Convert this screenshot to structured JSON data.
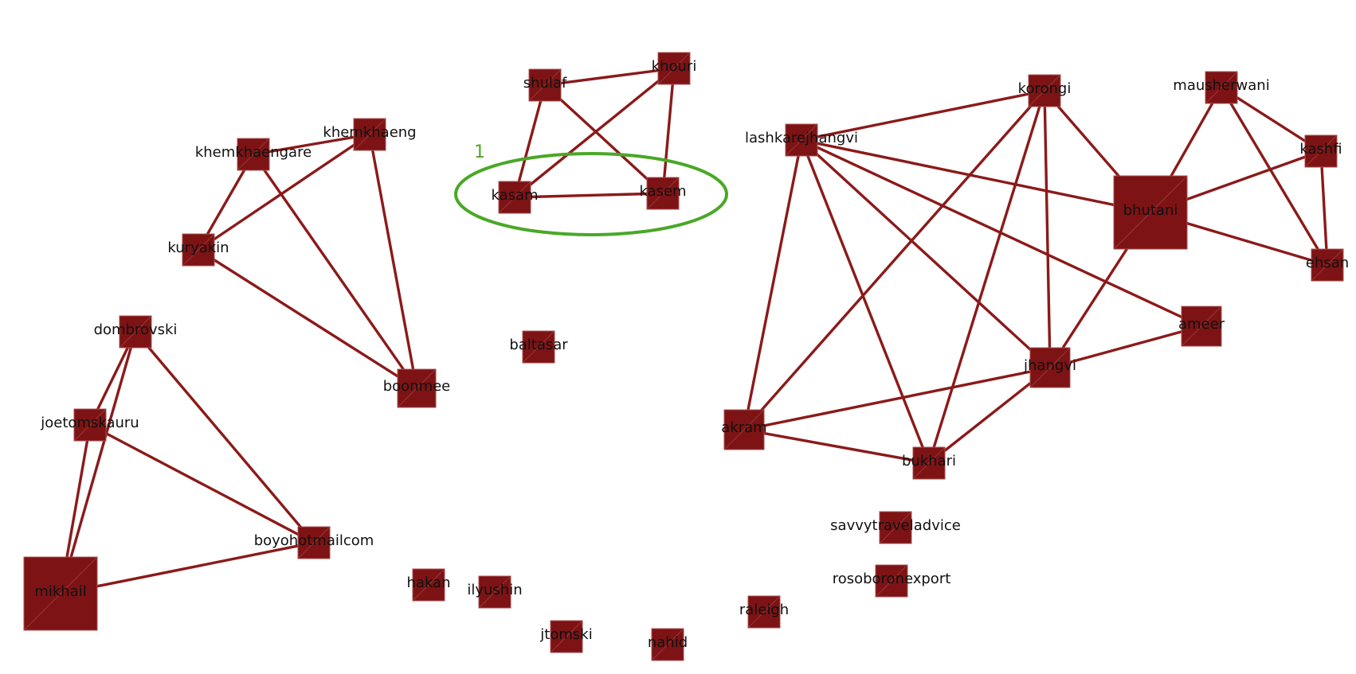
{
  "graph": {
    "nodes": [
      {
        "id": "shulaf",
        "label": "shulaf"
      },
      {
        "id": "khouri",
        "label": "khouri"
      },
      {
        "id": "kasam",
        "label": "kasam"
      },
      {
        "id": "kasem",
        "label": "kasem"
      },
      {
        "id": "khemkhaengare",
        "label": "khemkhaengare"
      },
      {
        "id": "khemkhaeng",
        "label": "khemkhaeng"
      },
      {
        "id": "kuryakin",
        "label": "kuryakin"
      },
      {
        "id": "boonmee",
        "label": "boonmee"
      },
      {
        "id": "baltasar",
        "label": "baltasar"
      },
      {
        "id": "dombrovski",
        "label": "dombrovski"
      },
      {
        "id": "joetomskauru",
        "label": "joetomskauru"
      },
      {
        "id": "mikhail",
        "label": "mikhail"
      },
      {
        "id": "boyohotmailcom",
        "label": "boyohotmailcom"
      },
      {
        "id": "hakan",
        "label": "hakan"
      },
      {
        "id": "ilyushin",
        "label": "ilyushin"
      },
      {
        "id": "jtomski",
        "label": "jtomski"
      },
      {
        "id": "nahid",
        "label": "nahid"
      },
      {
        "id": "raleigh",
        "label": "raleigh"
      },
      {
        "id": "rosoboronexport",
        "label": "rosoboronexport"
      },
      {
        "id": "savvytraveladvice",
        "label": "savvytraveladvice"
      },
      {
        "id": "lashkarejhangvi",
        "label": "lashkarejhangvi"
      },
      {
        "id": "korongi",
        "label": "korongi"
      },
      {
        "id": "mausherwani",
        "label": "mausherwani"
      },
      {
        "id": "kashfi",
        "label": "kashfi"
      },
      {
        "id": "bhutani",
        "label": "bhutani"
      },
      {
        "id": "ehsan",
        "label": "ehsan"
      },
      {
        "id": "ameer",
        "label": "ameer"
      },
      {
        "id": "jhangvi",
        "label": "jhangvi"
      },
      {
        "id": "akram",
        "label": "akram"
      },
      {
        "id": "bukhari",
        "label": "bukhari"
      }
    ],
    "edges": [
      [
        "shulaf",
        "khouri"
      ],
      [
        "shulaf",
        "kasam"
      ],
      [
        "shulaf",
        "kasem"
      ],
      [
        "khouri",
        "kasam"
      ],
      [
        "khouri",
        "kasem"
      ],
      [
        "kasam",
        "kasem"
      ],
      [
        "khemkhaengare",
        "khemkhaeng"
      ],
      [
        "khemkhaengare",
        "kuryakin"
      ],
      [
        "khemkhaengare",
        "boonmee"
      ],
      [
        "khemkhaeng",
        "kuryakin"
      ],
      [
        "khemkhaeng",
        "boonmee"
      ],
      [
        "kuryakin",
        "boonmee"
      ],
      [
        "dombrovski",
        "joetomskauru"
      ],
      [
        "dombrovski",
        "mikhail"
      ],
      [
        "dombrovski",
        "boyohotmailcom"
      ],
      [
        "joetomskauru",
        "mikhail"
      ],
      [
        "joetomskauru",
        "boyohotmailcom"
      ],
      [
        "mikhail",
        "boyohotmailcom"
      ],
      [
        "lashkarejhangvi",
        "korongi"
      ],
      [
        "lashkarejhangvi",
        "bhutani"
      ],
      [
        "lashkarejhangvi",
        "ameer"
      ],
      [
        "lashkarejhangvi",
        "jhangvi"
      ],
      [
        "lashkarejhangvi",
        "akram"
      ],
      [
        "lashkarejhangvi",
        "bukhari"
      ],
      [
        "korongi",
        "bhutani"
      ],
      [
        "korongi",
        "jhangvi"
      ],
      [
        "korongi",
        "akram"
      ],
      [
        "korongi",
        "bukhari"
      ],
      [
        "mausherwani",
        "bhutani"
      ],
      [
        "mausherwani",
        "kashfi"
      ],
      [
        "mausherwani",
        "ehsan"
      ],
      [
        "kashfi",
        "bhutani"
      ],
      [
        "kashfi",
        "ehsan"
      ],
      [
        "bhutani",
        "ehsan"
      ],
      [
        "bhutani",
        "jhangvi"
      ],
      [
        "ameer",
        "jhangvi"
      ],
      [
        "jhangvi",
        "akram"
      ],
      [
        "jhangvi",
        "bukhari"
      ],
      [
        "akram",
        "bukhari"
      ]
    ],
    "annotation": {
      "label": "1"
    },
    "colors": {
      "node": "#7d1315",
      "edge": "#8b1a1a",
      "annotation": "#4aa827"
    }
  }
}
